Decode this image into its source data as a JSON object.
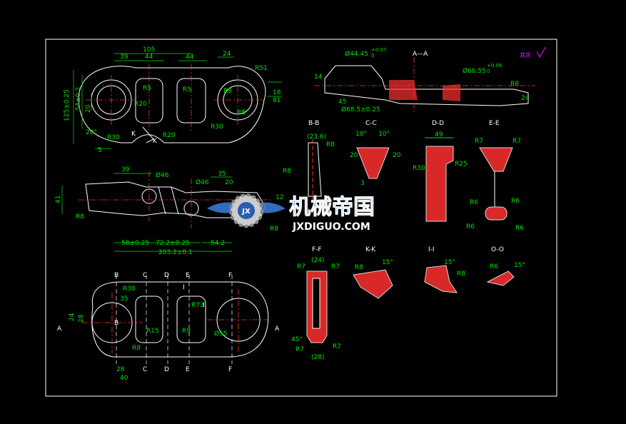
{
  "colors": {
    "background": "#000000",
    "outline": "#ffffff",
    "dimension": "#00e000",
    "centerline": "#ff3030",
    "hatch": "#ff3030",
    "note": "#ff00ff",
    "watermark_text": "#5aa0ff"
  },
  "top_view": {
    "dims": [
      "105",
      "39",
      "44",
      "44",
      "24",
      "R51",
      "125±0.25",
      "54±0.2",
      "20",
      "20°",
      "5",
      "R5",
      "R5",
      "R8",
      "R30",
      "R20",
      "R20",
      "R30",
      "K",
      "K",
      "18",
      "81",
      "R8"
    ]
  },
  "front_view": {
    "dims": [
      "39",
      "35",
      "20",
      "Ø46",
      "Ø46",
      "41",
      "R8",
      "58±0.25",
      "72.2±0.25",
      "54.2",
      "203.2±0.1",
      "R8",
      "12"
    ]
  },
  "bottom_view": {
    "labels": [
      "B",
      "C",
      "D",
      "E",
      "F",
      "A",
      "A",
      "B",
      "C",
      "D",
      "E",
      "F",
      "I",
      "I"
    ],
    "dims": [
      "R30",
      "35",
      "24",
      "28",
      "28",
      "40",
      "R8",
      "R15",
      "R9",
      "R73",
      "Ø55"
    ]
  },
  "section_aa": {
    "title": "A—A",
    "dims": [
      "Ø44.45",
      "+0.07",
      "0",
      "14",
      "Ø66.55",
      "+0.06",
      "0",
      "R8",
      "24",
      "45",
      "Ø68.5±0.25"
    ]
  },
  "section_bb": {
    "title": "B-B",
    "dims": [
      "(23.6)",
      "R8",
      "R8"
    ]
  },
  "section_cc": {
    "title": "C-C",
    "dims": [
      "10°",
      "10°",
      "20",
      "20",
      "3"
    ]
  },
  "section_dd": {
    "title": "D-D",
    "dims": [
      "49",
      "R30",
      "R25"
    ]
  },
  "section_ee": {
    "title": "E-E",
    "dims": [
      "R7",
      "R7",
      "R6",
      "R6",
      "R6",
      "R6"
    ]
  },
  "section_ff": {
    "title": "F-F",
    "dims": [
      "(24)",
      "R7",
      "R7",
      "R7",
      "R7",
      "45°",
      "(28)"
    ]
  },
  "section_kk": {
    "title": "K-K",
    "dims": [
      "R8",
      "15°"
    ]
  },
  "section_ii": {
    "title": "I-I",
    "dims": [
      "15°",
      "R8"
    ]
  },
  "section_oo": {
    "title": "O-O",
    "dims": [
      "R6",
      "15°"
    ]
  },
  "note": {
    "text": "其余"
  },
  "watermark": {
    "cn": "机械帝国",
    "en": "JXDIGUO.COM",
    "badge": "JX"
  }
}
